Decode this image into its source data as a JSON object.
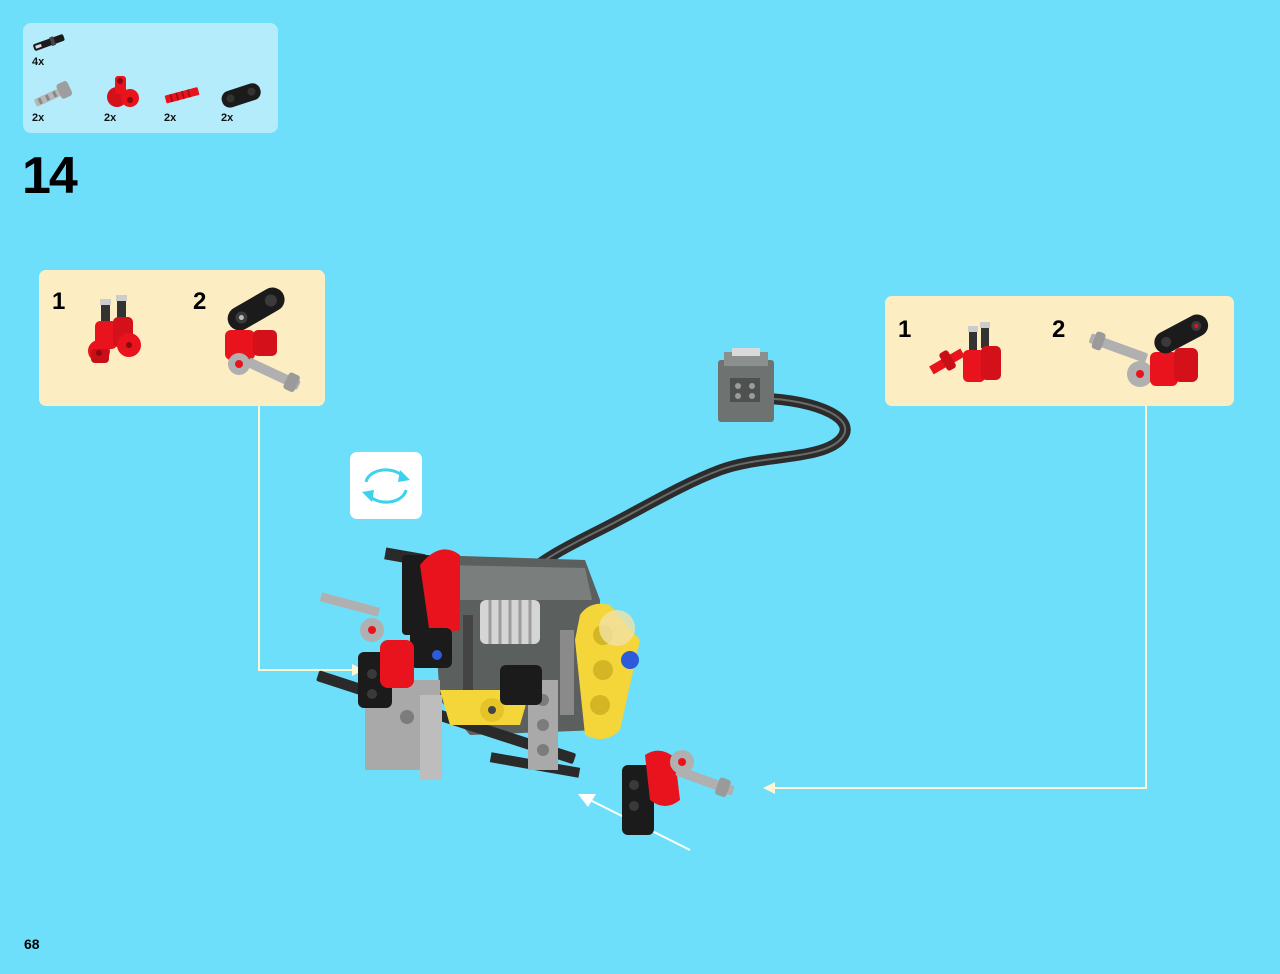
{
  "parts_list": {
    "items": [
      {
        "qty": "4x",
        "icon": "black-pin-icon"
      },
      {
        "qty": "2x",
        "icon": "gray-axle-connector-icon"
      },
      {
        "qty": "2x",
        "icon": "red-double-connector-icon"
      },
      {
        "qty": "2x",
        "icon": "red-axle-icon"
      },
      {
        "qty": "2x",
        "icon": "black-beam-icon"
      }
    ]
  },
  "step": {
    "number": "14"
  },
  "left_subassembly": {
    "steps": [
      {
        "label": "1"
      },
      {
        "label": "2"
      }
    ]
  },
  "right_subassembly": {
    "steps": [
      {
        "label": "1"
      },
      {
        "label": "2"
      }
    ]
  },
  "rotate_icon": "rotate-model-icon",
  "page": {
    "number": "68"
  },
  "colors": {
    "background": "#6ddffb",
    "parts_panel": "#b5ecfb",
    "sub_panel": "#fdedc3",
    "callout_line": "#fff6d5",
    "rotate_arrow": "#3cd2ee",
    "red": "#e8131c",
    "yellow": "#f4d63a",
    "gray": "#a9a9a9",
    "dark_gray": "#5b5f5e",
    "black": "#1b1b1b"
  }
}
